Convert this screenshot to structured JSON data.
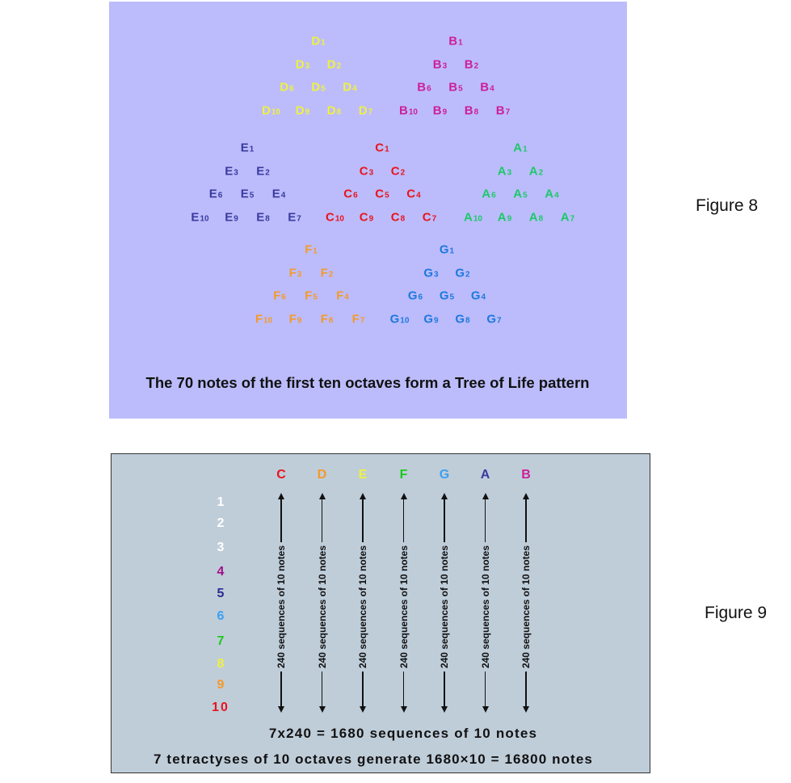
{
  "figure8": {
    "label": "Figure 8",
    "caption": "The 70 notes of the first ten octaves form a Tree of Life pattern",
    "subscript_rows": [
      [
        "1"
      ],
      [
        "3",
        "2"
      ],
      [
        "6",
        "5",
        "4"
      ],
      [
        "10",
        "9",
        "8",
        "7"
      ]
    ],
    "triangles": [
      {
        "letter": "D",
        "color": "#f0f040"
      },
      {
        "letter": "B",
        "color": "#cc1f9a"
      },
      {
        "letter": "E",
        "color": "#3a3aa0"
      },
      {
        "letter": "C",
        "color": "#e8141e"
      },
      {
        "letter": "A",
        "color": "#1ec86a"
      },
      {
        "letter": "F",
        "color": "#f49a2a"
      },
      {
        "letter": "G",
        "color": "#1f78e0"
      }
    ]
  },
  "figure9": {
    "label": "Figure 9",
    "columns": [
      {
        "letter": "C",
        "color": "#e8141e"
      },
      {
        "letter": "D",
        "color": "#f49a2a"
      },
      {
        "letter": "E",
        "color": "#f0f040"
      },
      {
        "letter": "F",
        "color": "#1ec81e"
      },
      {
        "letter": "G",
        "color": "#3ca0f0"
      },
      {
        "letter": "A",
        "color": "#3a3aa0"
      },
      {
        "letter": "B",
        "color": "#cc1f9a"
      }
    ],
    "arrow_label": "240 sequences of 10 notes",
    "octaves": [
      {
        "label": "1",
        "color": "#ffffff"
      },
      {
        "label": "2",
        "color": "#ffffff"
      },
      {
        "label": "3",
        "color": "#ffffff"
      },
      {
        "label": "4",
        "color": "#a0108a"
      },
      {
        "label": "5",
        "color": "#2a2a90"
      },
      {
        "label": "6",
        "color": "#3ca0f0"
      },
      {
        "label": "7",
        "color": "#1ec81e"
      },
      {
        "label": "8",
        "color": "#f0f040"
      },
      {
        "label": "9",
        "color": "#f49a2a"
      },
      {
        "label": "10",
        "color": "#e8141e"
      }
    ],
    "equation1": "7x240 = 1680 sequences of 10 notes",
    "equation2": "7 tetractyses of 10 octaves generate 1680×10 = 16800 notes"
  }
}
